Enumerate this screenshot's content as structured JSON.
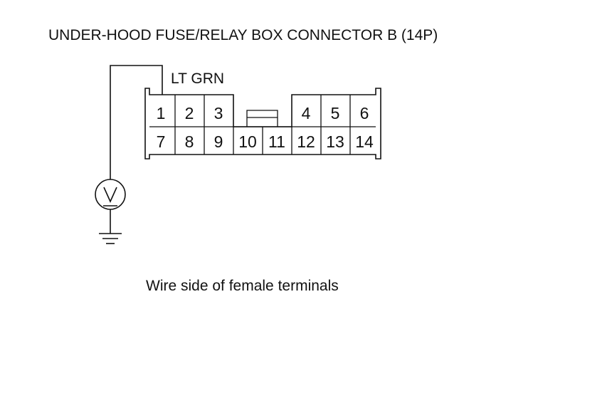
{
  "title": "UNDER-HOOD FUSE/RELAY BOX CONNECTOR B (14P)",
  "wire_label": "LT GRN",
  "caption": "Wire side of female terminals",
  "meter_symbol": "V",
  "icons": [
    "voltmeter-icon",
    "ground-icon"
  ],
  "connector": {
    "top_row": [
      "1",
      "2",
      "3",
      "4",
      "5",
      "6"
    ],
    "bottom_row": [
      "7",
      "8",
      "9",
      "10",
      "11",
      "12",
      "13",
      "14"
    ],
    "probed_terminal": "1"
  }
}
